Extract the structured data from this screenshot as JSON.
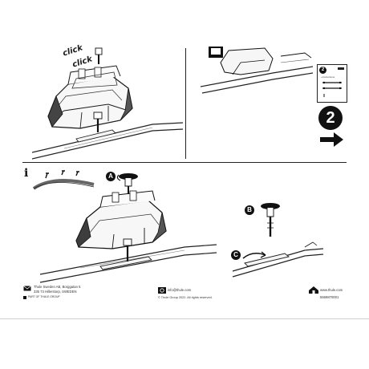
{
  "doc": {
    "step_top_right": "2",
    "booklet": {
      "step": "2",
      "sub_label": "+Instructions"
    },
    "click_labels": [
      "click",
      "click"
    ],
    "callouts": {
      "a": "A",
      "b": "B",
      "c": "C"
    },
    "info_symbol": "i",
    "footer": {
      "address_line1": "Thule Sweden AB, Borggatan 5",
      "address_line2": "335 73 Hillerstorp, SWEDEN",
      "part_of": "PART OF THULE GROUP",
      "email": "info@thule.com",
      "copyright": "© Thule Group 2022. All rights reserved.",
      "website": "www.thule.com",
      "doc_number": "5569870001"
    }
  }
}
